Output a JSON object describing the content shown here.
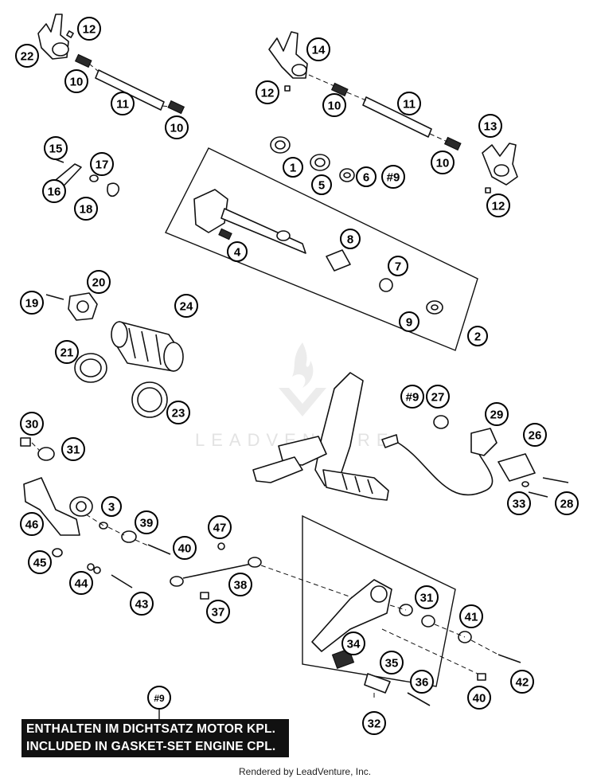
{
  "diagram": {
    "callouts": [
      {
        "label": "12"
      },
      {
        "label": "22"
      },
      {
        "label": "10"
      },
      {
        "label": "11"
      },
      {
        "label": "10"
      },
      {
        "label": "14"
      },
      {
        "label": "12"
      },
      {
        "label": "10"
      },
      {
        "label": "11"
      },
      {
        "label": "13"
      },
      {
        "label": "10"
      },
      {
        "label": "12"
      },
      {
        "label": "1"
      },
      {
        "label": "5"
      },
      {
        "label": "6"
      },
      {
        "label": "#9"
      },
      {
        "label": "15"
      },
      {
        "label": "17"
      },
      {
        "label": "16"
      },
      {
        "label": "18"
      },
      {
        "label": "4"
      },
      {
        "label": "8"
      },
      {
        "label": "7"
      },
      {
        "label": "9"
      },
      {
        "label": "2"
      },
      {
        "label": "20"
      },
      {
        "label": "19"
      },
      {
        "label": "24"
      },
      {
        "label": "21"
      },
      {
        "label": "23"
      },
      {
        "label": "#9"
      },
      {
        "label": "27"
      },
      {
        "label": "29"
      },
      {
        "label": "26"
      },
      {
        "label": "33"
      },
      {
        "label": "28"
      },
      {
        "label": "30"
      },
      {
        "label": "31"
      },
      {
        "label": "3"
      },
      {
        "label": "46"
      },
      {
        "label": "39"
      },
      {
        "label": "40"
      },
      {
        "label": "47"
      },
      {
        "label": "45"
      },
      {
        "label": "44"
      },
      {
        "label": "43"
      },
      {
        "label": "38"
      },
      {
        "label": "37"
      },
      {
        "label": "31"
      },
      {
        "label": "41"
      },
      {
        "label": "34"
      },
      {
        "label": "35"
      },
      {
        "label": "36"
      },
      {
        "label": "42"
      },
      {
        "label": "40"
      },
      {
        "label": "32"
      }
    ],
    "note": {
      "ref_label": "#9",
      "line1": "ENTHALTEN IM DICHTSATZ MOTOR KPL.",
      "line2": "INCLUDED IN GASKET-SET ENGINE CPL."
    },
    "watermark": "LEADVENTURE",
    "credit": "Rendered by LeadVenture, Inc."
  }
}
